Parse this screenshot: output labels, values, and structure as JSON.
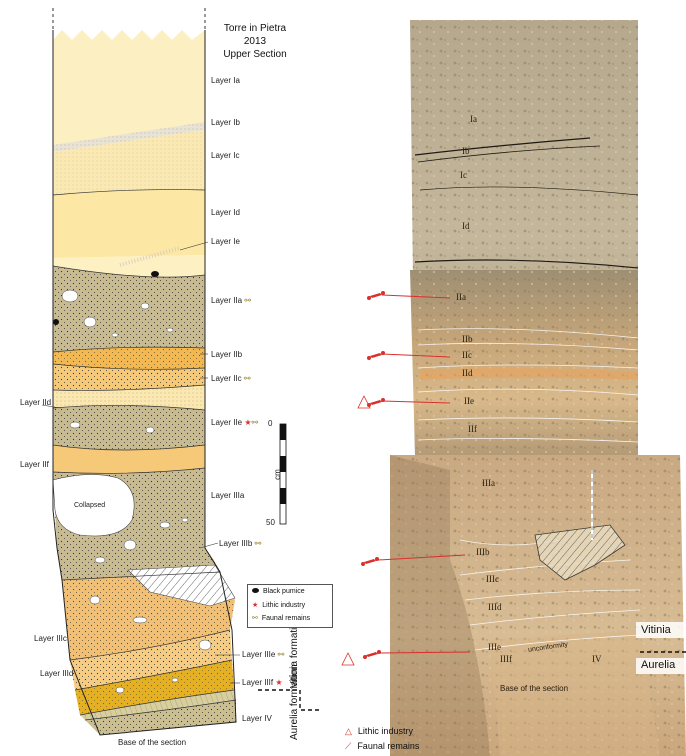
{
  "title": {
    "line1": "Torre in Pietra",
    "line2": "2013",
    "line3": "Upper Section"
  },
  "section_labels": {
    "Ia": "Layer Ia",
    "Ib": "Layer Ib",
    "Ic": "Layer Ic",
    "Id": "Layer Id",
    "Ie": "Layer Ie",
    "IIa": "Layer IIa",
    "IIb": "Layer IIb",
    "IIc": "Layer IIc",
    "IId": "Layer IId",
    "IIe": "Layer IIe",
    "IIf": "Layer IIf",
    "IIIa": "Layer IIIa",
    "IIIb": "Layer IIIb",
    "IIIc": "Layer IIIc",
    "IIId": "Layer IIId",
    "IIIe": "Layer IIIe",
    "IIIf": "Layer IIIf",
    "IV": "Layer IV"
  },
  "collapsed": "Collapsed",
  "base": "Base of the section",
  "scale": {
    "top": "0",
    "unit": "cm",
    "bottom": "50"
  },
  "formations": {
    "vitinia": "Vitinia formation",
    "aurelia": "Aurelia formation"
  },
  "legend": {
    "pumice": "Black pumice",
    "lithic": "Lithic industry",
    "fauna": "Faunal remains"
  },
  "photo": {
    "labels": [
      "Ia",
      "Ib",
      "Ic",
      "Id",
      "IIa",
      "IIb",
      "IIc",
      "IId",
      "IIe",
      "IIf",
      "IIIa",
      "IIIb",
      "IIIc",
      "IIId",
      "IIIe",
      "IIIf",
      "IV"
    ],
    "unconformity": "unconformity",
    "base": "Base of the section",
    "vitinia": "Vitinia",
    "aurelia": "Aurelia"
  },
  "bottom_legend": {
    "lithic": "Lithic industry",
    "fauna": "Faunal remains"
  },
  "colors": {
    "pale_yellow": "#fbeebb",
    "light_yellow": "#fde9a6",
    "khaki": "#c9bb92",
    "orange": "#f2b34a",
    "gold": "#e5b122",
    "accent_red": "#d9302b"
  }
}
